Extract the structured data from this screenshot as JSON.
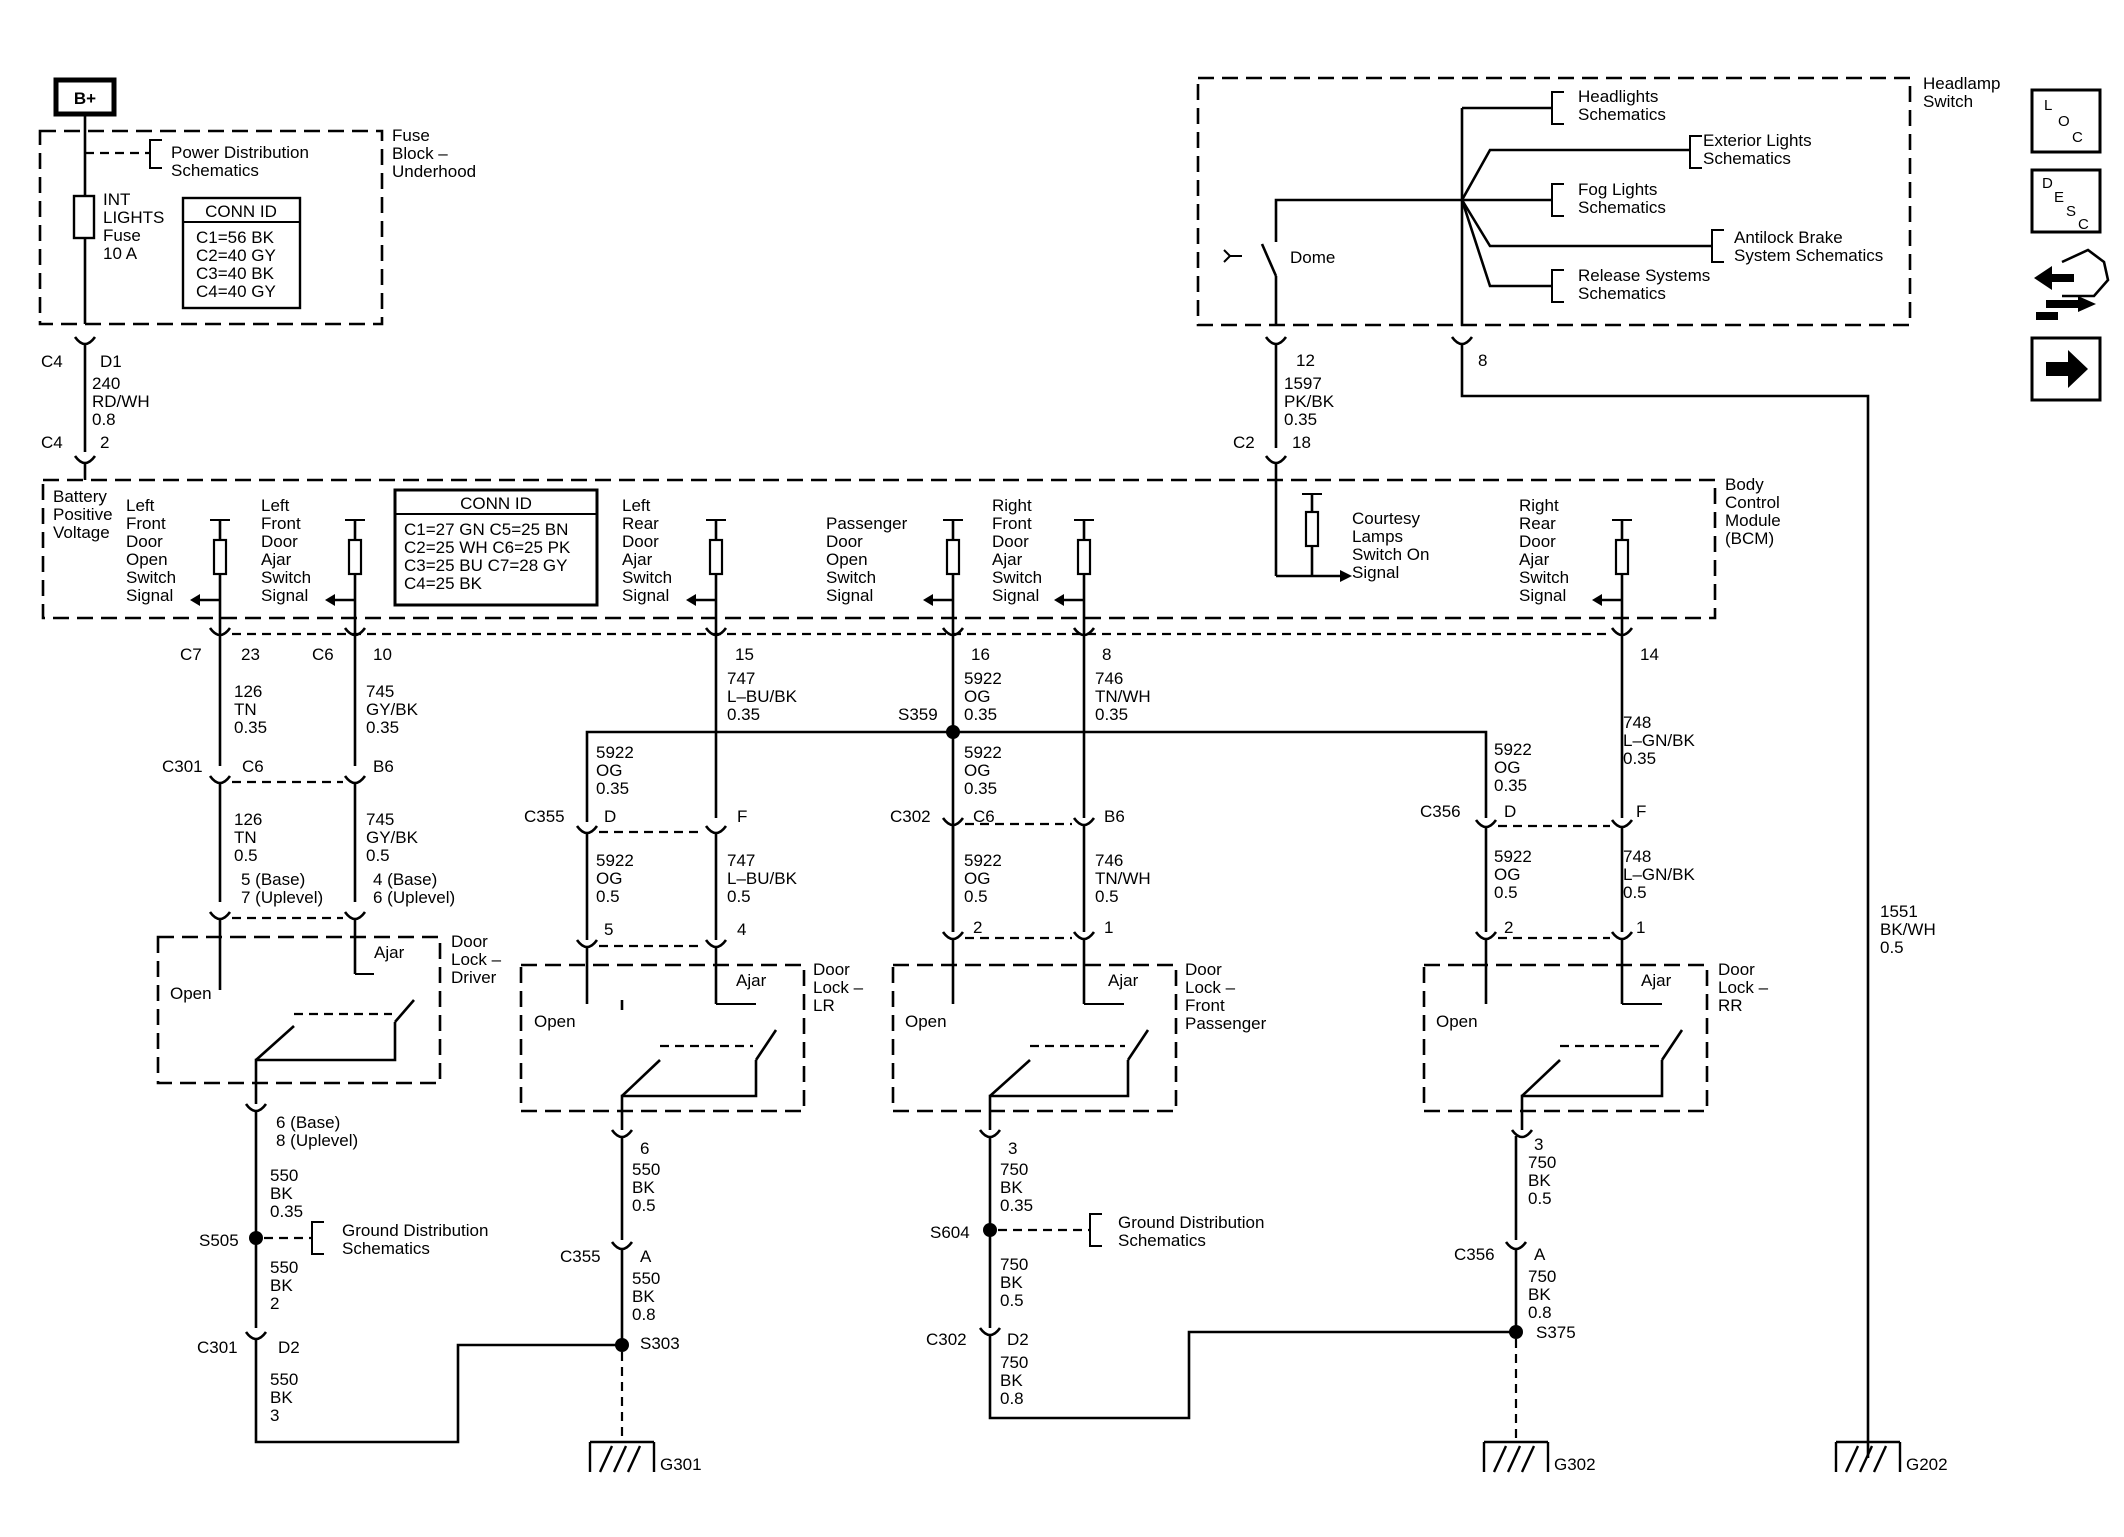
{
  "battery": "B+",
  "fuse_block": {
    "title": [
      "Fuse",
      "Block –",
      "Underhood"
    ],
    "fuse": [
      "INT",
      "LIGHTS",
      "Fuse",
      "10 A"
    ],
    "power_ref": [
      "Power Distribution",
      "Schematics"
    ],
    "conn_id_title": "CONN ID",
    "conn_id": [
      "C1=56 BK",
      "C2=40 GY",
      "C3=40 BK",
      "C4=40 GY"
    ]
  },
  "fuse_out": {
    "c4a": "C4",
    "d1": "D1",
    "wire": [
      "240",
      "RD/WH",
      "0.8"
    ],
    "c4b": "C4",
    "pin2": "2"
  },
  "headlamp": {
    "title": [
      "Headlamp",
      "Switch"
    ],
    "dome": "Dome",
    "refs": [
      [
        "Headlights",
        "Schematics"
      ],
      [
        "Exterior Lights",
        "Schematics"
      ],
      [
        "Fog Lights",
        "Schematics"
      ],
      [
        "Antilock Brake",
        "System Schematics"
      ],
      [
        "Release Systems",
        "Schematics"
      ]
    ],
    "pin12": "12",
    "pin8": "8",
    "wire12": [
      "1597",
      "PK/BK",
      "0.35"
    ],
    "c2": "C2",
    "pin18": "18",
    "wire8": [
      "1551",
      "BK/WH",
      "0.5"
    ],
    "g202": "G202"
  },
  "bcm": {
    "title": [
      "Body",
      "Control",
      "Module",
      "(BCM)"
    ],
    "conn_id_title": "CONN ID",
    "conn_id": [
      "C1=27 GN  C5=25 BN",
      "C2=25 WH  C6=25 PK",
      "C3=25 BU  C7=28 GY",
      "C4=25 BK"
    ],
    "battery_label": [
      "Battery",
      "Positive",
      "Voltage"
    ],
    "sig_lf_open": [
      "Left",
      "Front",
      "Door",
      "Open",
      "Switch",
      "Signal"
    ],
    "sig_lf_ajar": [
      "Left",
      "Front",
      "Door",
      "Ajar",
      "Switch",
      "Signal"
    ],
    "sig_lr_ajar": [
      "Left",
      "Rear",
      "Door",
      "Ajar",
      "Switch",
      "Signal"
    ],
    "sig_pass_open": [
      "Passenger",
      "Door",
      "Open",
      "Switch",
      "Signal"
    ],
    "sig_rf_ajar": [
      "Right",
      "Front",
      "Door",
      "Ajar",
      "Switch",
      "Signal"
    ],
    "sig_courtesy": [
      "Courtesy",
      "Lamps",
      "Switch On",
      "Signal"
    ],
    "sig_rr_ajar": [
      "Right",
      "Rear",
      "Door",
      "Ajar",
      "Switch",
      "Signal"
    ]
  },
  "wires": {
    "c7": "C7",
    "p23": "23",
    "c6": "C6",
    "p10": "10",
    "p15": "15",
    "p16": "16",
    "p8": "8",
    "p14": "14",
    "w126a": [
      "126",
      "TN",
      "0.35"
    ],
    "w745a": [
      "745",
      "GY/BK",
      "0.35"
    ],
    "w747a": [
      "747",
      "L–BU/BK",
      "0.35"
    ],
    "w5922a": [
      "5922",
      "OG",
      "0.35"
    ],
    "w746a": [
      "746",
      "TN/WH",
      "0.35"
    ],
    "w748a": [
      "748",
      "L–GN/BK",
      "0.35"
    ],
    "s359": "S359",
    "c301": "C301",
    "c301_c6": "C6",
    "c301_b6": "B6",
    "w126b": [
      "126",
      "TN",
      "0.5"
    ],
    "w745b": [
      "745",
      "GY/BK",
      "0.5"
    ],
    "drv_pins": [
      "5 (Base)",
      "7 (Uplevel)",
      "4 (Base)",
      "6 (Uplevel)"
    ],
    "lr_w5922": [
      "5922",
      "OG",
      "0.35"
    ],
    "c355": "C355",
    "c355_d": "D",
    "c355_f": "F",
    "lr_w5922b": [
      "5922",
      "OG",
      "0.5"
    ],
    "lr_w747b": [
      "747",
      "L–BU/BK",
      "0.5"
    ],
    "lr_pins": [
      "5",
      "4"
    ],
    "fp_w5922": [
      "5922",
      "OG",
      "0.35"
    ],
    "c302": "C302",
    "c302_c6": "C6",
    "c302_b6": "B6",
    "fp_w5922b": [
      "5922",
      "OG",
      "0.5"
    ],
    "fp_w746b": [
      "746",
      "TN/WH",
      "0.5"
    ],
    "fp_pins": [
      "2",
      "1"
    ],
    "rr_w5922": [
      "5922",
      "OG",
      "0.35"
    ],
    "c356": "C356",
    "c356_d": "D",
    "c356_f": "F",
    "rr_w5922b": [
      "5922",
      "OG",
      "0.5"
    ],
    "rr_w748b": [
      "748",
      "L–GN/BK",
      "0.5"
    ],
    "rr_pins": [
      "2",
      "1"
    ]
  },
  "door_locks": {
    "driver": [
      "Door",
      "Lock –",
      "Driver"
    ],
    "lr": [
      "Door",
      "Lock –",
      "LR"
    ],
    "fp": [
      "Door",
      "Lock –",
      "Front",
      "Passenger"
    ],
    "rr": [
      "Door",
      "Lock –",
      "RR"
    ],
    "open": "Open",
    "ajar": "Ajar"
  },
  "grounds": {
    "drv_pins": [
      "6 (Base)",
      "8 (Uplevel)"
    ],
    "w550a": [
      "550",
      "BK",
      "0.35"
    ],
    "s505": "S505",
    "gnd_ref": [
      "Ground Distribution",
      "Schematics"
    ],
    "w550b": [
      "550",
      "BK",
      "2"
    ],
    "c301": "C301",
    "d2": "D2",
    "w550c": [
      "550",
      "BK",
      "3"
    ],
    "lr_pin6": "6",
    "lr_w550": [
      "550",
      "BK",
      "0.5"
    ],
    "c355": "C355",
    "c355_a": "A",
    "lr_w550b": [
      "550",
      "BK",
      "0.8"
    ],
    "s303": "S303",
    "g301": "G301",
    "fp_pin3": "3",
    "fp_w750": [
      "750",
      "BK",
      "0.35"
    ],
    "s604": "S604",
    "gnd_ref2": [
      "Ground Distribution",
      "Schematics"
    ],
    "fp_w750b": [
      "750",
      "BK",
      "0.5"
    ],
    "c302": "C302",
    "d2b": "D2",
    "fp_w750c": [
      "750",
      "BK",
      "0.8"
    ],
    "rr_pin3": "3",
    "rr_w750": [
      "750",
      "BK",
      "0.5"
    ],
    "c356": "C356",
    "c356_a": "A",
    "rr_w750b": [
      "750",
      "BK",
      "0.8"
    ],
    "s375": "S375",
    "g302": "G302"
  },
  "icons": [
    "loc-icon",
    "desc-icon",
    "connector-end-view-icon",
    "next-page-arrow-icon"
  ],
  "icon_letters": {
    "loc": [
      "L",
      "O",
      "C"
    ],
    "desc": [
      "D",
      "E",
      "S",
      "C"
    ]
  }
}
